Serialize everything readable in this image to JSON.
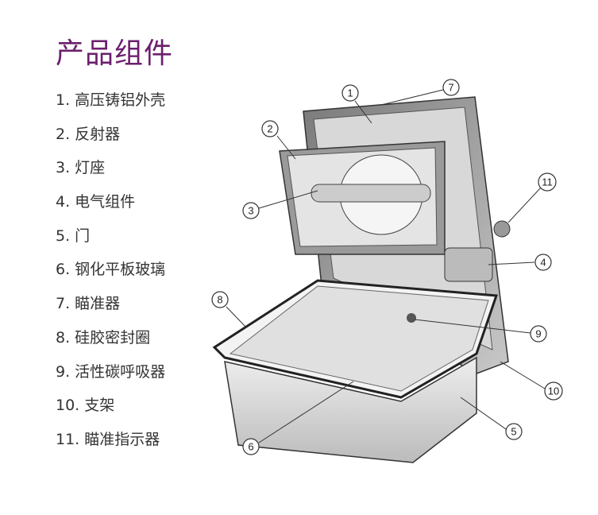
{
  "title": "产品组件",
  "components": [
    "1. 高压铸铝外壳",
    "2. 反射器",
    "3. 灯座",
    "4. 电气组件",
    "5. 门",
    "6. 钢化平板玻璃",
    "7. 瞄准器",
    "8. 硅胶密封圈",
    "9. 活性碳呼吸器",
    "10. 支架",
    "11. 瞄准指示器"
  ],
  "callouts": [
    "1",
    "2",
    "3",
    "4",
    "5",
    "6",
    "7",
    "8",
    "9",
    "10",
    "11"
  ],
  "colors": {
    "title": "#6b1f6e",
    "text": "#333333"
  }
}
